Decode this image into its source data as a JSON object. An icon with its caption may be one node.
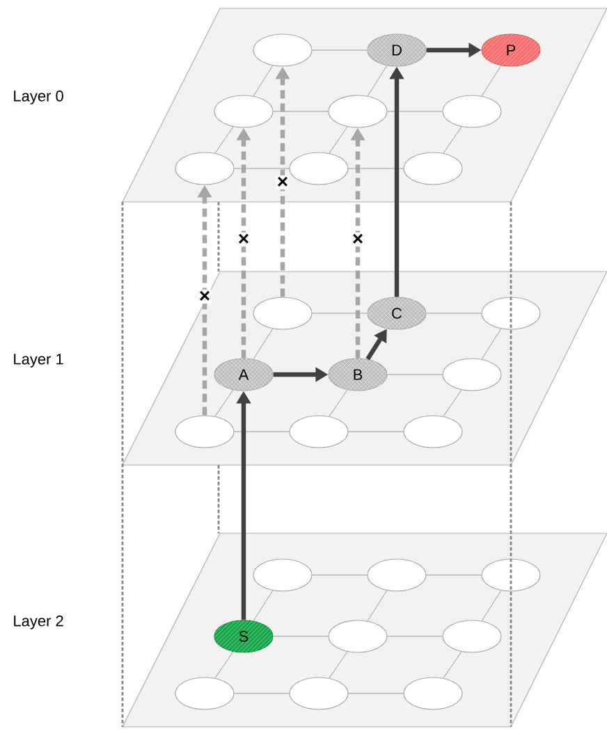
{
  "diagram": {
    "nodes": [
      {
        "text": [],
        "shape": "parallelogram",
        "beside": [
          "Layer 0"
        ]
      },
      {
        "text": [],
        "shape": "ellipse",
        "in": 0
      },
      {
        "text": [
          "D"
        ],
        "in": 0
      },
      {
        "text": [
          "P"
        ],
        "in": 0
      },
      {
        "text": [],
        "shape": "ellipse",
        "in": 0
      },
      {
        "text": [],
        "shape": "ellipse",
        "in": 0
      },
      {
        "text": [],
        "shape": "ellipse",
        "in": 0
      },
      {
        "text": [],
        "shape": "ellipse",
        "in": 0
      },
      {
        "text": [],
        "shape": "ellipse",
        "in": 0
      },
      {
        "text": [],
        "shape": "ellipse",
        "in": 0
      },
      {
        "text": [],
        "shape": "parallelogram",
        "beside": [
          "Layer 1"
        ]
      },
      {
        "text": [],
        "shape": "ellipse",
        "in": 10
      },
      {
        "text": [
          "C"
        ],
        "in": 10
      },
      {
        "text": [],
        "shape": "ellipse",
        "in": 10
      },
      {
        "text": [
          "A"
        ],
        "in": 10
      },
      {
        "text": [
          "B"
        ],
        "in": 10
      },
      {
        "text": [],
        "shape": "ellipse",
        "in": 10
      },
      {
        "text": [],
        "shape": "ellipse",
        "in": 10
      },
      {
        "text": [],
        "shape": "ellipse",
        "in": 10
      },
      {
        "text": [],
        "shape": "ellipse",
        "in": 10
      },
      {
        "text": [],
        "shape": "parallelogram",
        "beside": [
          "Layer 2"
        ]
      },
      {
        "text": [],
        "shape": "ellipse",
        "in": 20
      },
      {
        "text": [],
        "shape": "ellipse",
        "in": 20
      },
      {
        "text": [],
        "shape": "ellipse",
        "in": 20
      },
      {
        "text": [
          "S"
        ],
        "in": 20
      },
      {
        "text": [],
        "shape": "ellipse",
        "in": 20
      },
      {
        "text": [],
        "shape": "ellipse",
        "in": 20
      },
      {
        "text": [],
        "shape": "ellipse",
        "in": 20
      },
      {
        "text": [],
        "shape": "ellipse",
        "in": 20
      },
      {
        "text": [],
        "shape": "ellipse",
        "in": 20
      }
    ],
    "edges": [
      {
        "from": 1,
        "to": 2,
        "arrow": "none"
      },
      {
        "from": 2,
        "to": 3,
        "arrow": "to",
        "style": "thick",
        "color": "#404040"
      },
      {
        "from": 4,
        "to": 5,
        "arrow": "none"
      },
      {
        "from": 5,
        "to": 6,
        "arrow": "none"
      },
      {
        "from": 7,
        "to": 8,
        "arrow": "none"
      },
      {
        "from": 8,
        "to": 9,
        "arrow": "none"
      },
      {
        "from": 1,
        "to": 4,
        "arrow": "none"
      },
      {
        "from": 2,
        "to": 5,
        "arrow": "none"
      },
      {
        "from": 3,
        "to": 6,
        "arrow": "none"
      },
      {
        "from": 4,
        "to": 7,
        "arrow": "none"
      },
      {
        "from": 5,
        "to": 8,
        "arrow": "none"
      },
      {
        "from": 6,
        "to": 9,
        "arrow": "none"
      },
      {
        "from": 11,
        "to": 12,
        "arrow": "none"
      },
      {
        "from": 12,
        "to": 13,
        "arrow": "none"
      },
      {
        "from": 14,
        "to": 15,
        "arrow": "to",
        "style": "thick",
        "color": "#404040"
      },
      {
        "from": 15,
        "to": 16,
        "arrow": "none"
      },
      {
        "from": 17,
        "to": 18,
        "arrow": "none"
      },
      {
        "from": 18,
        "to": 19,
        "arrow": "none"
      },
      {
        "from": 11,
        "to": 14,
        "arrow": "none"
      },
      {
        "from": 15,
        "to": 12,
        "arrow": "to",
        "style": "thick",
        "color": "#404040"
      },
      {
        "from": 13,
        "to": 16,
        "arrow": "none"
      },
      {
        "from": 14,
        "to": 17,
        "arrow": "none"
      },
      {
        "from": 15,
        "to": 18,
        "arrow": "none"
      },
      {
        "from": 16,
        "to": 19,
        "arrow": "none"
      },
      {
        "from": 21,
        "to": 22,
        "arrow": "none"
      },
      {
        "from": 22,
        "to": 23,
        "arrow": "none"
      },
      {
        "from": 24,
        "to": 25,
        "arrow": "none"
      },
      {
        "from": 25,
        "to": 26,
        "arrow": "none"
      },
      {
        "from": 27,
        "to": 28,
        "arrow": "none"
      },
      {
        "from": 28,
        "to": 29,
        "arrow": "none"
      },
      {
        "from": 21,
        "to": 24,
        "arrow": "none"
      },
      {
        "from": 22,
        "to": 25,
        "arrow": "none"
      },
      {
        "from": 23,
        "to": 26,
        "arrow": "none"
      },
      {
        "from": 24,
        "to": 27,
        "arrow": "none"
      },
      {
        "from": 25,
        "to": 28,
        "arrow": "none"
      },
      {
        "from": 26,
        "to": 29,
        "arrow": "none"
      },
      {
        "from": 24,
        "to": 14,
        "arrow": "to",
        "style": "thick",
        "color": "#404040"
      },
      {
        "from": 12,
        "to": 2,
        "arrow": "to",
        "style": "thick",
        "color": "#404040"
      },
      {
        "from": 17,
        "to": 7,
        "arrow": "to",
        "label": "×",
        "style": "dashed",
        "color": "#a6a6a6"
      },
      {
        "from": 14,
        "to": 4,
        "arrow": "to",
        "label": "×",
        "style": "dashed",
        "color": "#a6a6a6"
      },
      {
        "from": 11,
        "to": 1,
        "arrow": "to",
        "label": "×",
        "style": "dashed",
        "color": "#a6a6a6"
      },
      {
        "from": 15,
        "to": 5,
        "arrow": "to",
        "label": "×",
        "style": "dashed",
        "color": "#a6a6a6"
      }
    ]
  }
}
